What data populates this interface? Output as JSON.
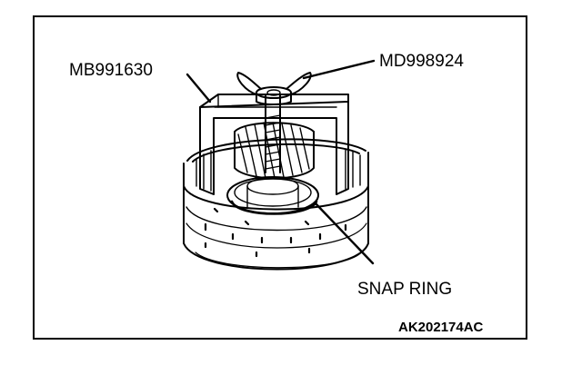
{
  "callouts": {
    "tool_left": "MB991630",
    "tool_right": "MD998924",
    "part": "SNAP RING"
  },
  "figure_id": "AK202174AC",
  "colors": {
    "line": "#000000",
    "background": "#ffffff"
  }
}
